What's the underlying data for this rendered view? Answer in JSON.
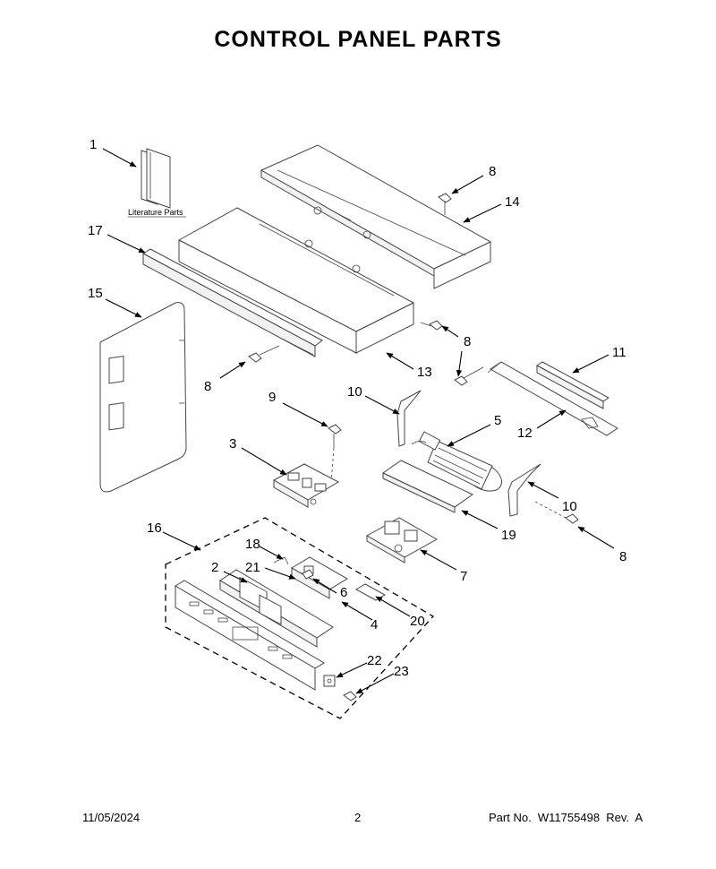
{
  "title": "CONTROL PANEL PARTS",
  "footer": {
    "date": "11/05/2024",
    "page": "2",
    "part_no": "Part No.  W11755498  Rev.  A"
  },
  "literature_label": "Literature Parts",
  "callouts": [
    {
      "id": "c1",
      "label": "1"
    },
    {
      "id": "c17",
      "label": "17"
    },
    {
      "id": "c15",
      "label": "15"
    },
    {
      "id": "c8a",
      "label": "8"
    },
    {
      "id": "c14",
      "label": "14"
    },
    {
      "id": "c8b",
      "label": "8"
    },
    {
      "id": "c8c",
      "label": "8"
    },
    {
      "id": "c13",
      "label": "13"
    },
    {
      "id": "c8d",
      "label": "8"
    },
    {
      "id": "c11",
      "label": "11"
    },
    {
      "id": "c9",
      "label": "9"
    },
    {
      "id": "c10a",
      "label": "10"
    },
    {
      "id": "c5",
      "label": "5"
    },
    {
      "id": "c12",
      "label": "12"
    },
    {
      "id": "c3",
      "label": "3"
    },
    {
      "id": "c10b",
      "label": "10"
    },
    {
      "id": "c19",
      "label": "19"
    },
    {
      "id": "c8e",
      "label": "8"
    },
    {
      "id": "c7",
      "label": "7"
    },
    {
      "id": "c16",
      "label": "16"
    },
    {
      "id": "c18",
      "label": "18"
    },
    {
      "id": "c2",
      "label": "2"
    },
    {
      "id": "c21",
      "label": "21"
    },
    {
      "id": "c6",
      "label": "6"
    },
    {
      "id": "c4",
      "label": "4"
    },
    {
      "id": "c20",
      "label": "20"
    },
    {
      "id": "c22",
      "label": "22"
    },
    {
      "id": "c23",
      "label": "23"
    }
  ]
}
